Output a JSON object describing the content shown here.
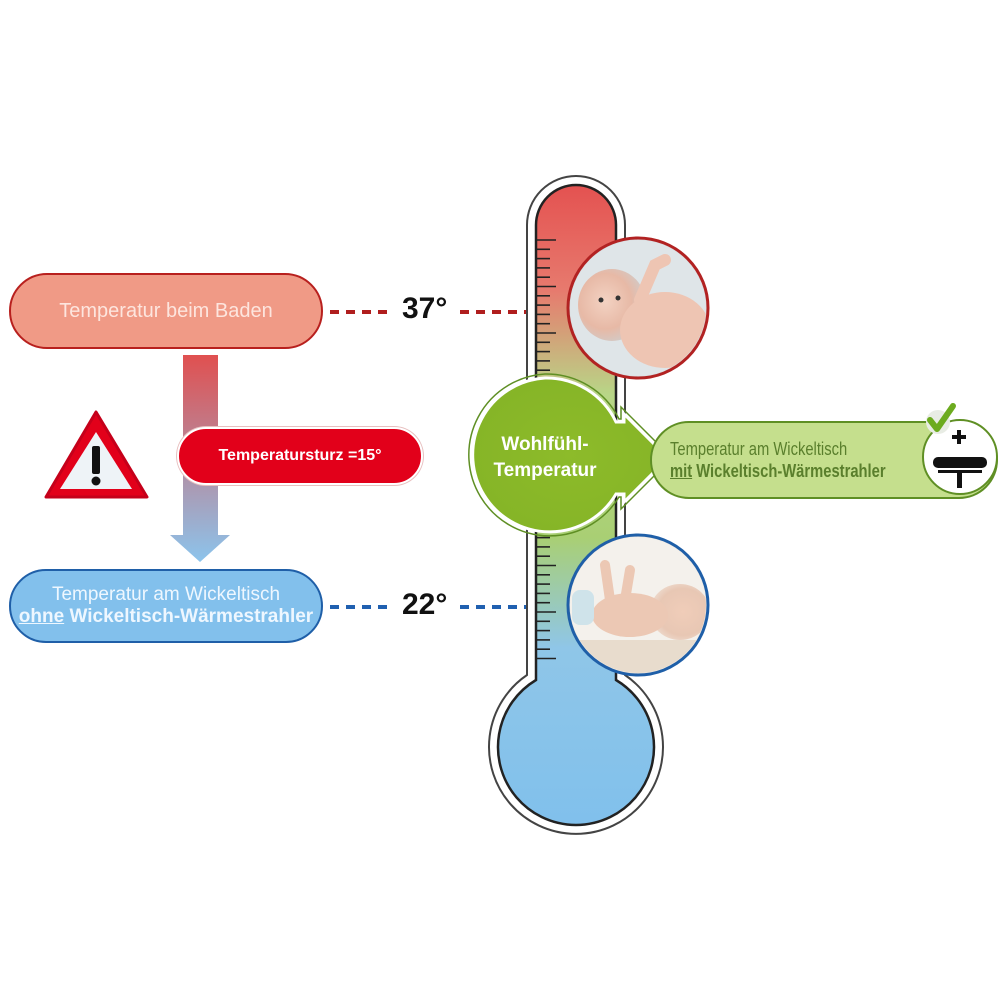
{
  "bath_box": {
    "label": "Temperatur beim Baden",
    "temp": "37°"
  },
  "drop_box": {
    "label": "Temperatursturz =15°"
  },
  "cold_box": {
    "line1": "Temperatur am Wickeltisch",
    "emph": "ohne",
    "rest": "Wickeltisch-Wärmestrahler",
    "temp": "22°"
  },
  "comfort": {
    "line1": "Wohlfühl-",
    "line2": "Temperatur"
  },
  "warm_box": {
    "line1": "Temperatur am Wickeltisch",
    "emph": "mit",
    "rest": "Wickeltisch-Wärmestrahler"
  },
  "icons": {
    "warning": "warning-triangle-icon",
    "check": "checkmark-icon",
    "heater": "heater-plus-icon"
  },
  "colors": {
    "red": "#e2001a",
    "blue": "#82c0ec",
    "green": "#8dbb2a"
  }
}
